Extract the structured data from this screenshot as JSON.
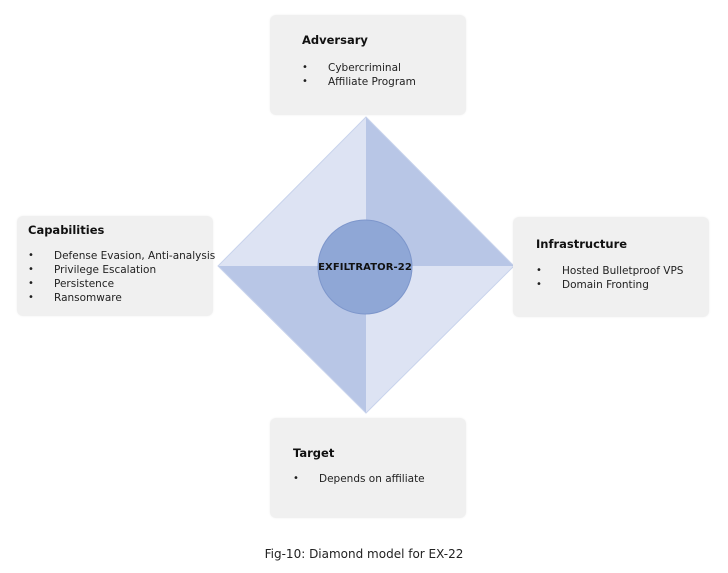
{
  "diagram": {
    "center_label": "EXFILTRATOR-22",
    "adversary": {
      "title": "Adversary",
      "items": [
        "Cybercriminal",
        "Affiliate Program"
      ]
    },
    "capabilities": {
      "title": "Capabilities",
      "items": [
        "Defense Evasion, Anti-analysis",
        "Privilege Escalation",
        "Persistence",
        "Ransomware"
      ]
    },
    "infrastructure": {
      "title": "Infrastructure",
      "items": [
        "Hosted Bulletproof VPS",
        "Domain Fronting"
      ]
    },
    "target": {
      "title": "Target",
      "items": [
        "Depends on affiliate"
      ]
    },
    "bullet_glyph": "•",
    "caption": "Fig-10: Diamond model for EX-22"
  },
  "colors": {
    "box_background": "#f0f0f0",
    "diamond_light": "#dde3f3",
    "diamond_medium": "#b8c6e6",
    "diamond_edge": "#c8d3ec",
    "center_circle": "#8fa7d6",
    "center_circle_border": "#7d96cb"
  }
}
